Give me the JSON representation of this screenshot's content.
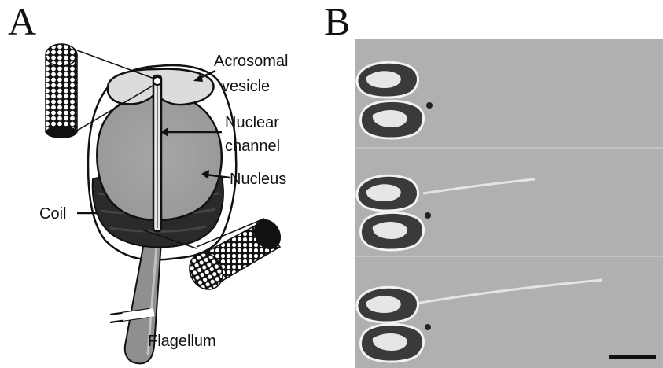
{
  "panel_a": {
    "letter": "A",
    "labels": {
      "acrosomal_1": "Acrosomal",
      "acrosomal_2": "vesicle",
      "nuclear_1": "Nuclear",
      "nuclear_2": "channel",
      "nucleus": "Nucleus",
      "coil": "Coil",
      "flagellum": "Flagellum"
    }
  },
  "panel_b": {
    "letter": "B"
  }
}
